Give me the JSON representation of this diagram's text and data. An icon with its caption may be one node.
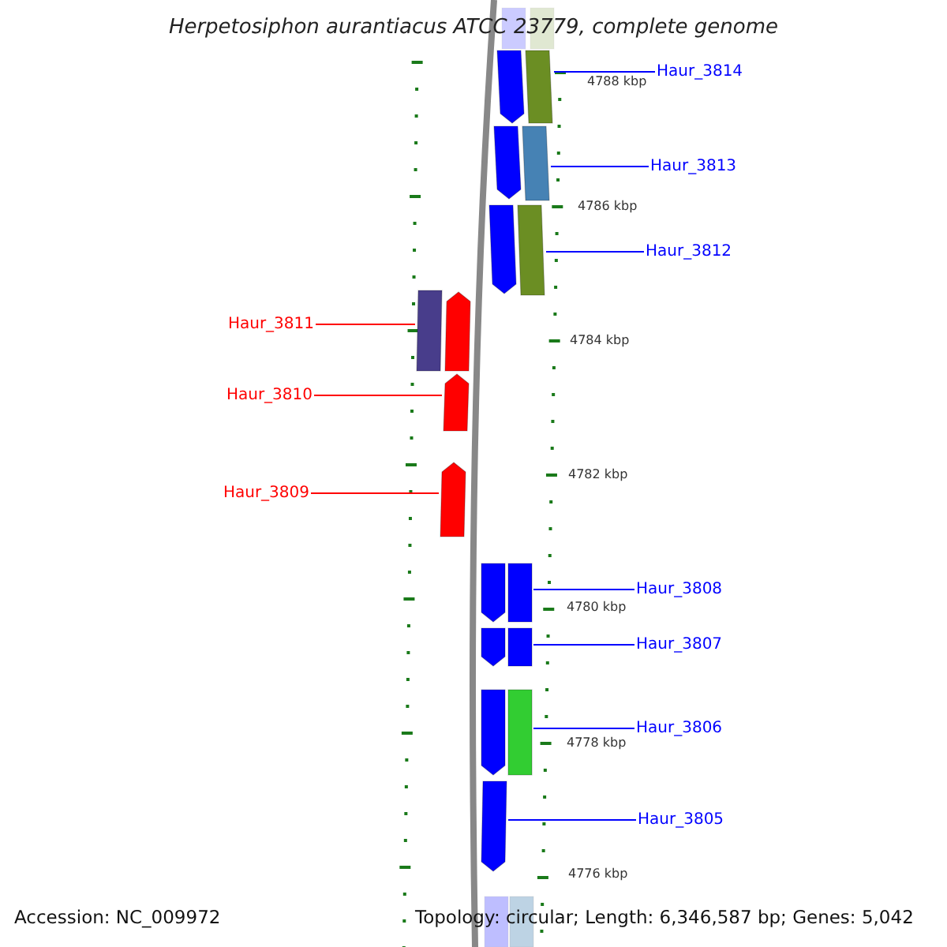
{
  "diagram": {
    "title": "Herpetosiphon aurantiacus ATCC 23779, complete genome",
    "nodes": [
      {
        "text": [],
        "shape": "bar"
      },
      {
        "text": [],
        "shape": "bar"
      },
      {
        "text": [
          "Haur_3814"
        ]
      },
      {
        "text": [],
        "shape": "bar"
      },
      {
        "text": [],
        "shape": "bar"
      },
      {
        "text": [
          "Haur_3813"
        ]
      },
      {
        "text": [],
        "shape": "bar"
      },
      {
        "text": [],
        "shape": "bar"
      },
      {
        "text": [
          "Haur_3812"
        ]
      },
      {
        "text": [],
        "shape": "bar"
      },
      {
        "text": [],
        "shape": "bar"
      },
      {
        "text": [
          "Haur_3811"
        ]
      },
      {
        "text": [],
        "shape": "bar"
      },
      {
        "text": [],
        "shape": "bar"
      },
      {
        "text": [
          "Haur_3810"
        ]
      },
      {
        "text": [],
        "shape": "bar"
      },
      {
        "text": [
          "Haur_3809"
        ]
      },
      {
        "text": [],
        "shape": "bar"
      },
      {
        "text": [
          "Haur_3808"
        ]
      },
      {
        "text": [],
        "shape": "bar"
      },
      {
        "text": [],
        "shape": "bar"
      },
      {
        "text": [
          "Haur_3807"
        ]
      },
      {
        "text": [],
        "shape": "bar"
      },
      {
        "text": [],
        "shape": "bar"
      },
      {
        "text": [
          "Haur_3806"
        ]
      },
      {
        "text": [],
        "shape": "bar"
      },
      {
        "text": [],
        "shape": "bar"
      },
      {
        "text": [
          "Haur_3805"
        ]
      },
      {
        "text": [],
        "shape": "bar"
      },
      {
        "text": [],
        "shape": "bar"
      },
      {
        "text": [],
        "shape": "bar"
      }
    ],
    "edges": [
      {
        "from": 2,
        "to": 4,
        "arrow": "none"
      },
      {
        "from": 5,
        "to": 7,
        "arrow": "none"
      },
      {
        "from": 8,
        "to": 10,
        "arrow": "none"
      },
      {
        "from": 11,
        "to": 12,
        "arrow": "none",
        "color": "#ff0000"
      },
      {
        "from": 14,
        "to": 15,
        "arrow": "none",
        "color": "#ff0000"
      },
      {
        "from": 16,
        "to": 17,
        "arrow": "none",
        "color": "#ff0000"
      },
      {
        "from": 18,
        "to": 20,
        "arrow": "none"
      },
      {
        "from": 21,
        "to": 23,
        "arrow": "none"
      },
      {
        "from": 24,
        "to": 26,
        "arrow": "none"
      },
      {
        "from": 27,
        "to": 28,
        "arrow": "none"
      }
    ],
    "labels": [
      "4788 kbp",
      "4786 kbp",
      "4784 kbp",
      "4782 kbp",
      "4780 kbp",
      "4778 kbp",
      "4776 kbp",
      "Accession: NC_009972",
      "Topology: circular; Length: 6,346,587 bp; Genes: 5,042"
    ]
  }
}
